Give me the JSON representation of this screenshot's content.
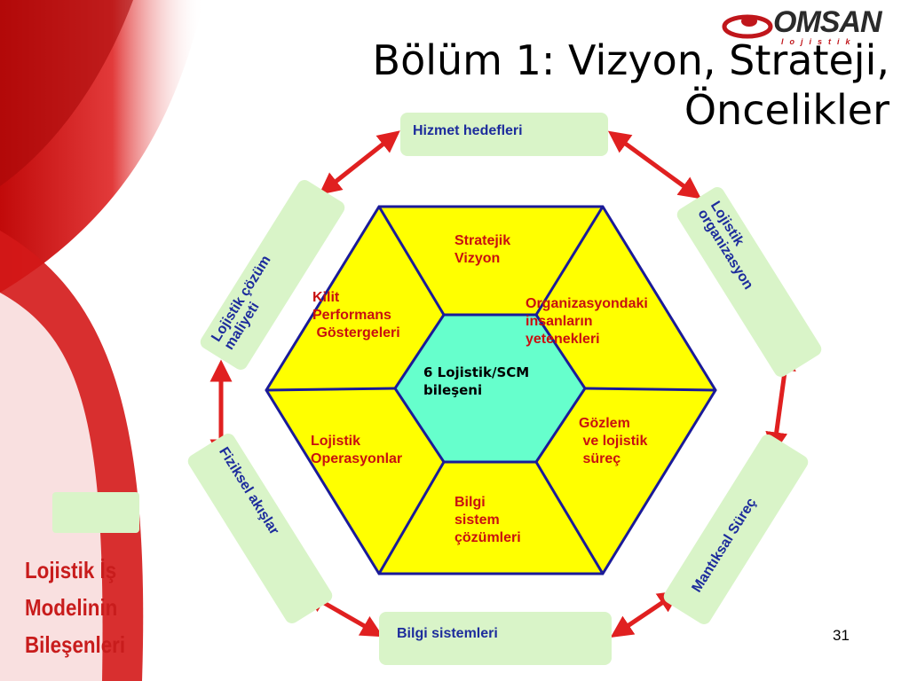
{
  "title": "Bölüm 1: Vizyon, Strateji,\nÖncelikler",
  "logo": {
    "text": "OMSAN",
    "subtext": "lojistik"
  },
  "side_title": "Lojistik İş\nModelinin\nBileşenleri",
  "page_number": "31",
  "diagram": {
    "center": "6 Lojistik/SCM\nbileşeni",
    "segments": [
      "Stratejik\nVizyon",
      "Organizasyondaki\ninsanların\nyetenekleri",
      "Gözlem\n ve lojistik\n süreç",
      "Bilgi\nsistem\nçözümleri",
      "Lojistik\nOperasyonlar",
      "Kilit\nPerformans\n Göstergeleri"
    ],
    "outer_boxes": [
      "Hizmet hedefleri",
      "Lojistik\norganizasyon",
      "Mantıksal Süreç",
      "Bilgi sistemleri",
      "Fiziksel akışlar",
      "Lojistik çözüm\nmaliyeti"
    ]
  },
  "colors": {
    "hex_fill": "#ffff00",
    "center_fill": "#66ffcc",
    "outline": "#1a1a99",
    "box_fill": "#d9f4c8",
    "box_text": "#1d2c9c",
    "segment_text": "#c81010",
    "arrow": "#e02020",
    "side_title": "#c81c1c"
  }
}
